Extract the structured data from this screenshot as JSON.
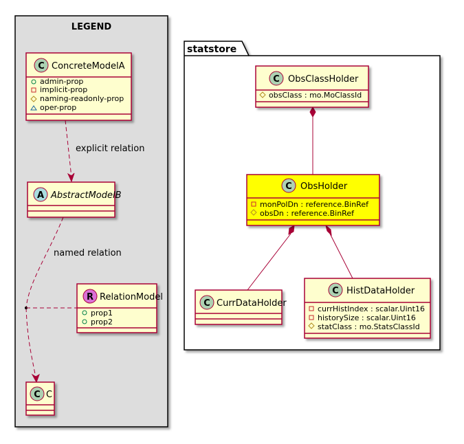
{
  "legend": {
    "title": "LEGEND",
    "classes": {
      "concrete": {
        "stereotype": "C",
        "name": "ConcreteModelA",
        "attributes": [
          "admin-prop",
          "implicit-prop",
          "naming-readonly-prop",
          "oper-prop"
        ]
      },
      "abstract": {
        "stereotype": "A",
        "name": "AbstractModelB"
      },
      "relation": {
        "stereotype": "R",
        "name": "RelationModel",
        "attributes": [
          "prop1",
          "prop2"
        ]
      },
      "c": {
        "stereotype": "C",
        "name": "C"
      }
    },
    "edges": {
      "explicit": "explicit relation",
      "named": "named relation"
    }
  },
  "package": {
    "name": "statstore",
    "classes": {
      "obsclass": {
        "stereotype": "C",
        "name": "ObsClassHolder",
        "attributes": [
          "obsClass : mo.MoClassId"
        ]
      },
      "obs": {
        "stereotype": "C",
        "name": "ObsHolder",
        "attributes": [
          "monPolDn : reference.BinRef",
          "obsDn : reference.BinRef"
        ]
      },
      "curr": {
        "stereotype": "C",
        "name": "CurrDataHolder"
      },
      "hist": {
        "stereotype": "C",
        "name": "HistDataHolder",
        "attributes": [
          "currHistIndex : scalar.Uint16",
          "historySize : scalar.Uint16",
          "statClass : mo.StatsClassId"
        ]
      }
    }
  },
  "colors": {
    "class_fill": "#FEFECE",
    "class_border": "#A80036",
    "highlight_fill": "#FFFF00",
    "legend_fill": "#DDDDDD",
    "circle_c": "#ADD1B2",
    "circle_a": "#A9DCDF",
    "circle_r": "#DA70D6"
  }
}
